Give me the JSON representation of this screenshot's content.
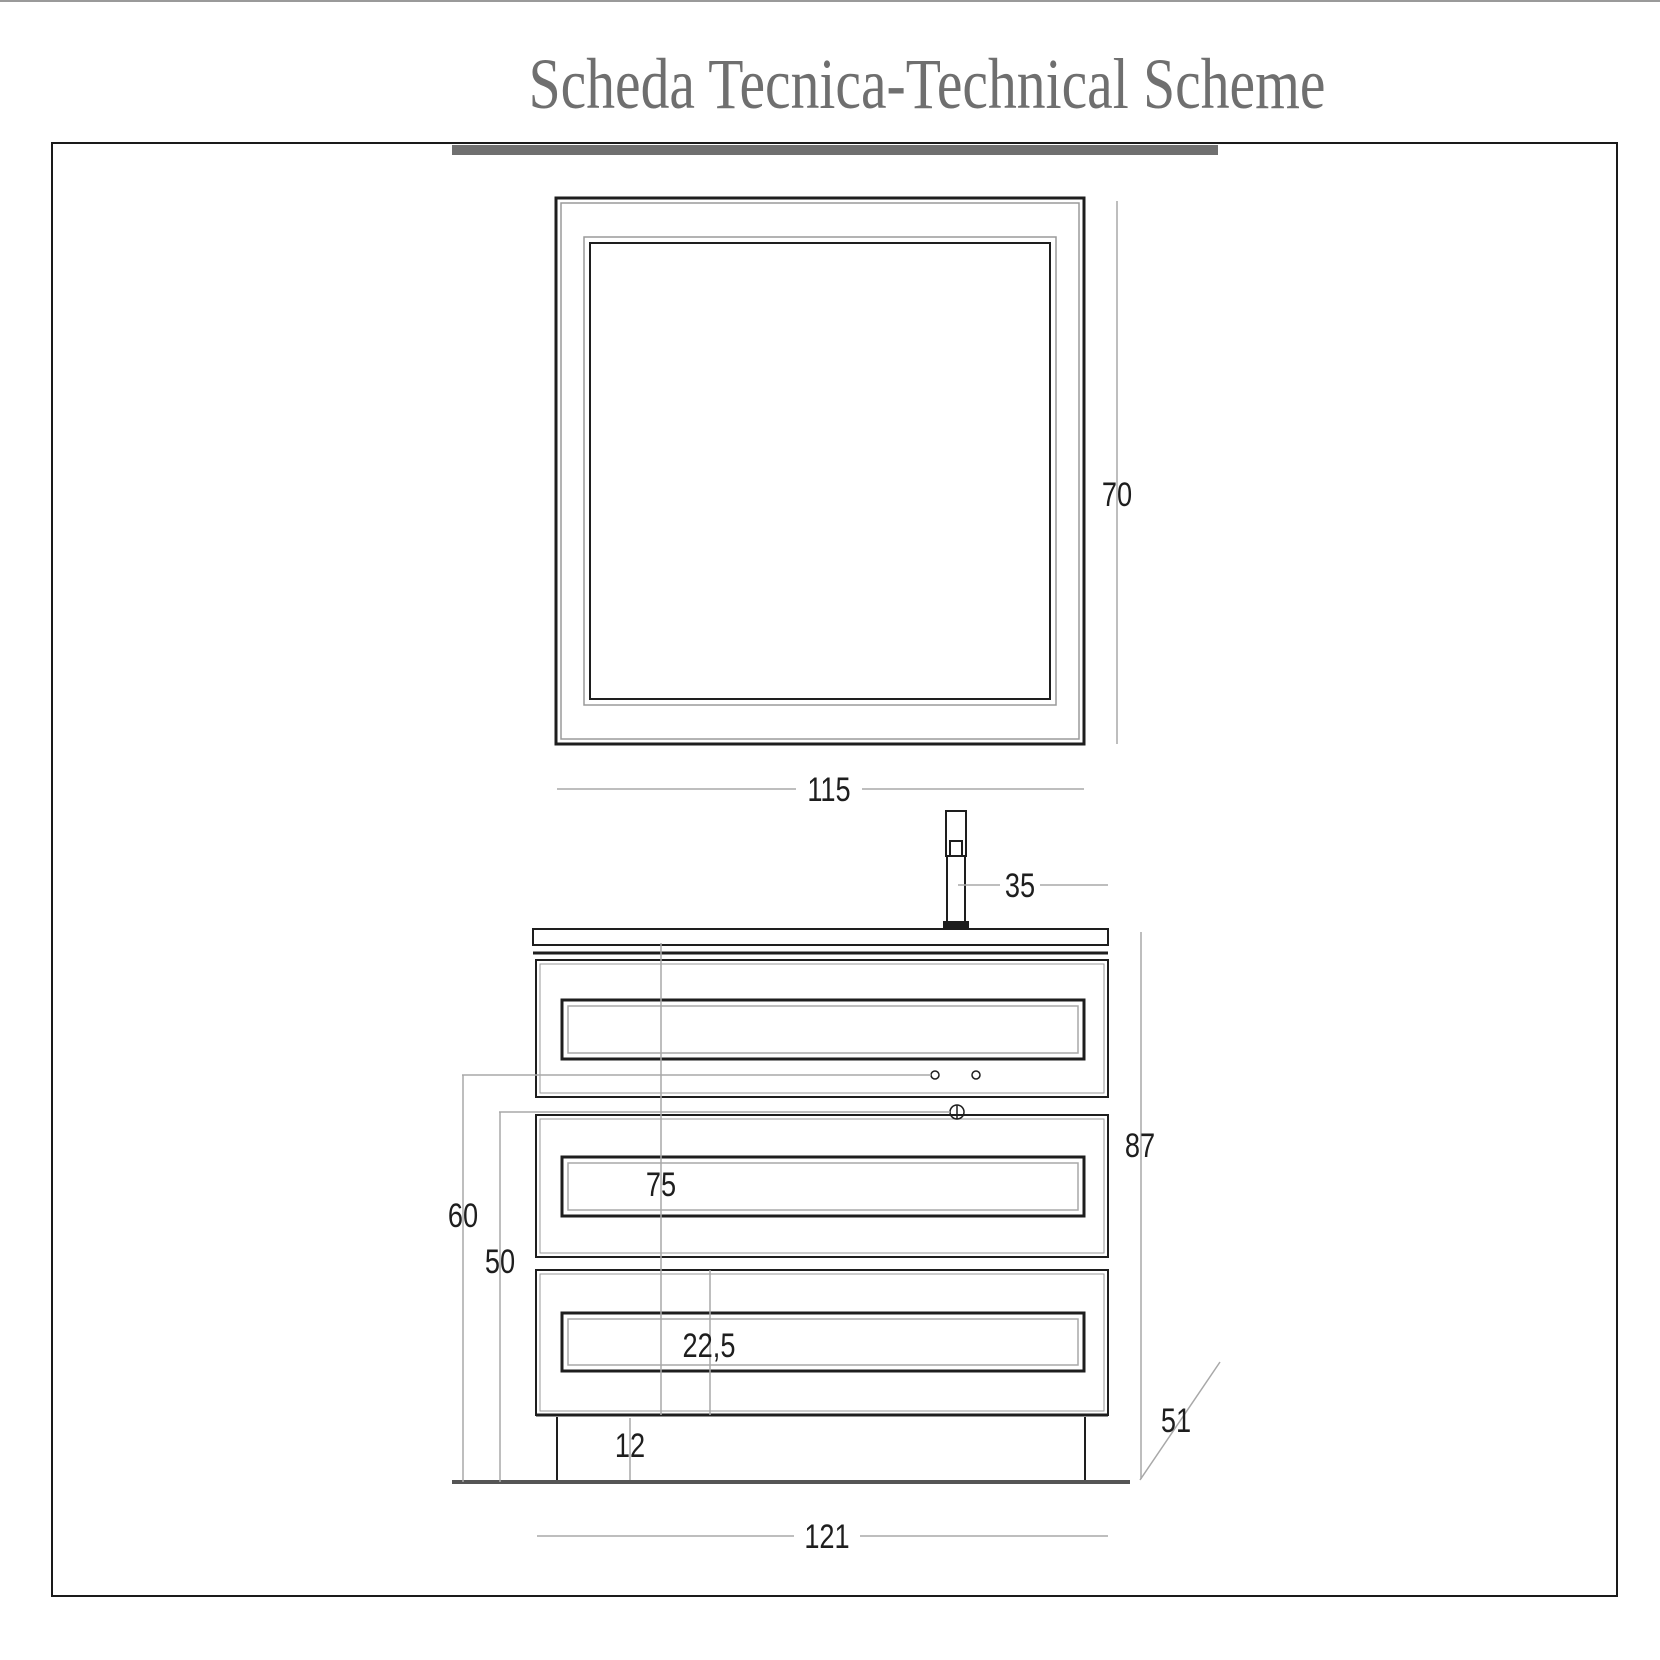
{
  "title": "Scheda Tecnica-Technical Scheme",
  "dimensions": {
    "mirror_height": "70",
    "mirror_width": "115",
    "faucet_height": "35",
    "cabinet_height": "87",
    "depth": "51",
    "inlet_height_60": "60",
    "inlet_height_50": "50",
    "upper_height_75": "75",
    "lower_height_22_5": "22,5",
    "foot_height": "12",
    "cabinet_width": "121"
  },
  "colors": {
    "line": "#1e1e1e",
    "light_line": "#a8a8a8",
    "title": "#6f6f6f"
  }
}
